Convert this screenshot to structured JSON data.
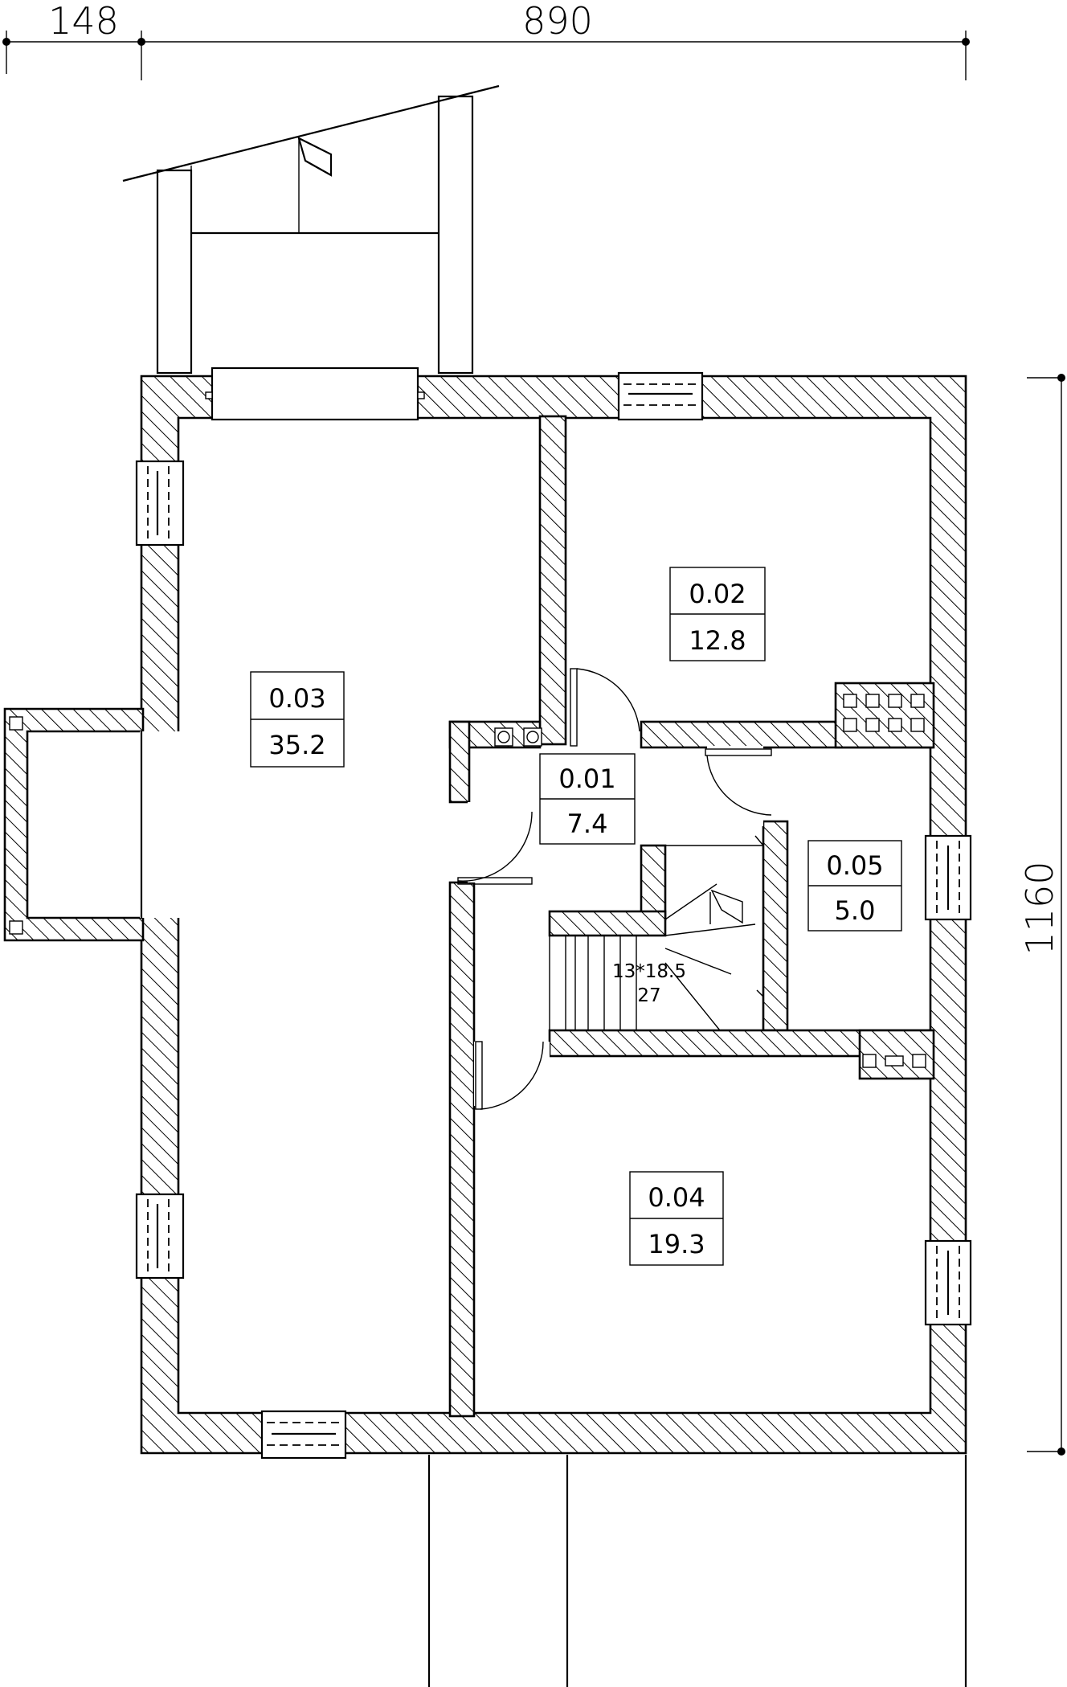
{
  "dimensions": {
    "top_left": "148",
    "top_right": "890",
    "right": "1160"
  },
  "rooms": [
    {
      "id": "0.01",
      "area": "7.4"
    },
    {
      "id": "0.02",
      "area": "12.8"
    },
    {
      "id": "0.03",
      "area": "35.2"
    },
    {
      "id": "0.04",
      "area": "19.3"
    },
    {
      "id": "0.05",
      "area": "5.0"
    }
  ],
  "stair": {
    "spec": "13*18.5",
    "width": "27"
  }
}
